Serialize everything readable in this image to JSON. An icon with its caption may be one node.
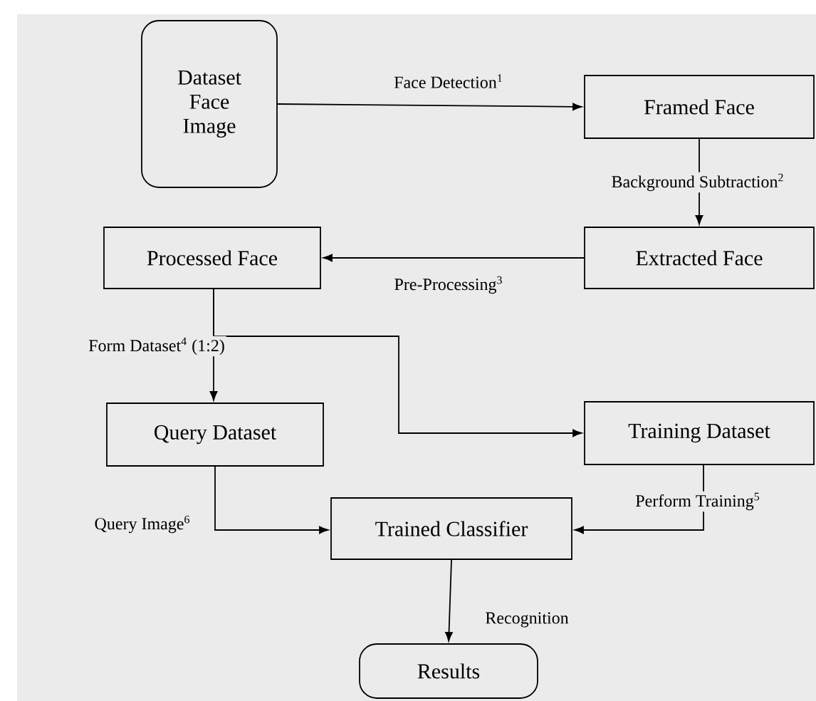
{
  "diagram": {
    "nodes": [
      {
        "text": [
          "Dataset Face Image"
        ]
      },
      {
        "text": [
          "Framed Face"
        ]
      },
      {
        "text": [
          "Extracted Face"
        ]
      },
      {
        "text": [
          "Processed Face"
        ]
      },
      {
        "text": [
          "Query Dataset"
        ]
      },
      {
        "text": [
          "Training Dataset"
        ]
      },
      {
        "text": [
          "Trained Classifier"
        ]
      },
      {
        "text": [
          "Results"
        ]
      }
    ],
    "edges": [
      {
        "from": 0,
        "to": 1,
        "arrow": "to",
        "label": "Face Detection$^{1}$"
      },
      {
        "from": 1,
        "to": 2,
        "arrow": "to",
        "label": "Background Subtraction$^{2}$"
      },
      {
        "from": 2,
        "to": 3,
        "arrow": "to",
        "label": "Pre-Processing$^{3}$"
      },
      {
        "from": 3,
        "to": 4,
        "arrow": "to",
        "label": "Form Dataset$^{4}$ (1:2)"
      },
      {
        "from": 3,
        "to": 5,
        "arrow": "to"
      },
      {
        "from": 4,
        "to": 6,
        "arrow": "to",
        "label": "Query Image$^{6}$"
      },
      {
        "from": 5,
        "to": 6,
        "arrow": "to",
        "label": "Perform Training$^{5}$"
      },
      {
        "from": 6,
        "to": 7,
        "arrow": "to",
        "label": "Recognition"
      }
    ]
  }
}
